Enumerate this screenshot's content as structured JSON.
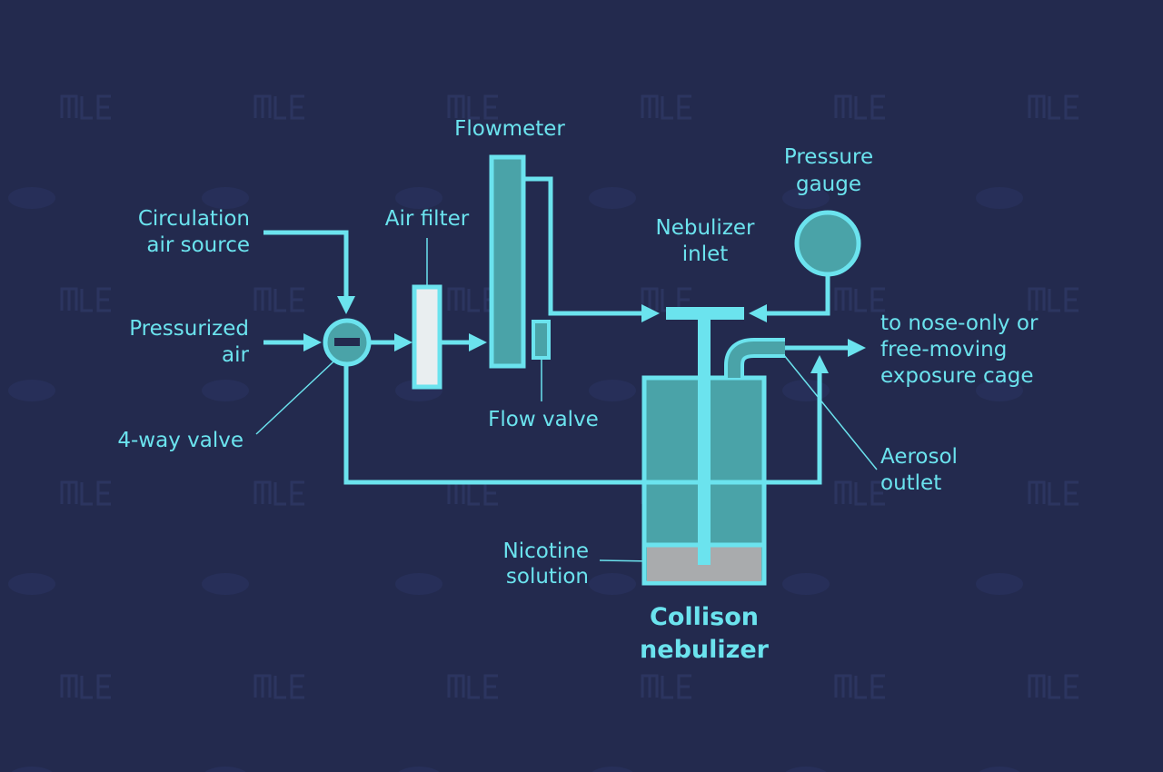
{
  "labels": {
    "circulation_line1": "Circulation",
    "circulation_line2": "air source",
    "pressurized_line1": "Pressurized",
    "pressurized_line2": "air",
    "valve": "4-way valve",
    "air_filter": "Air filter",
    "flowmeter": "Flowmeter",
    "flow_valve": "Flow valve",
    "gauge_line1": "Pressure",
    "gauge_line2": "gauge",
    "inlet_line1": "Nebulizer",
    "inlet_line2": "inlet",
    "output_line1": "to nose-only or",
    "output_line2": "free-moving",
    "output_line3": "exposure cage",
    "outlet_line1": "Aerosol",
    "outlet_line2": "outlet",
    "solution_line1": "Nicotine",
    "solution_line2": "solution",
    "title_line1": "Collison",
    "title_line2": "nebulizer"
  },
  "colors": {
    "background": "#232a4e",
    "line": "#6be3ee",
    "fill": "#4aa3a8",
    "filter": "#e9eef0",
    "solution": "#a9abad"
  }
}
